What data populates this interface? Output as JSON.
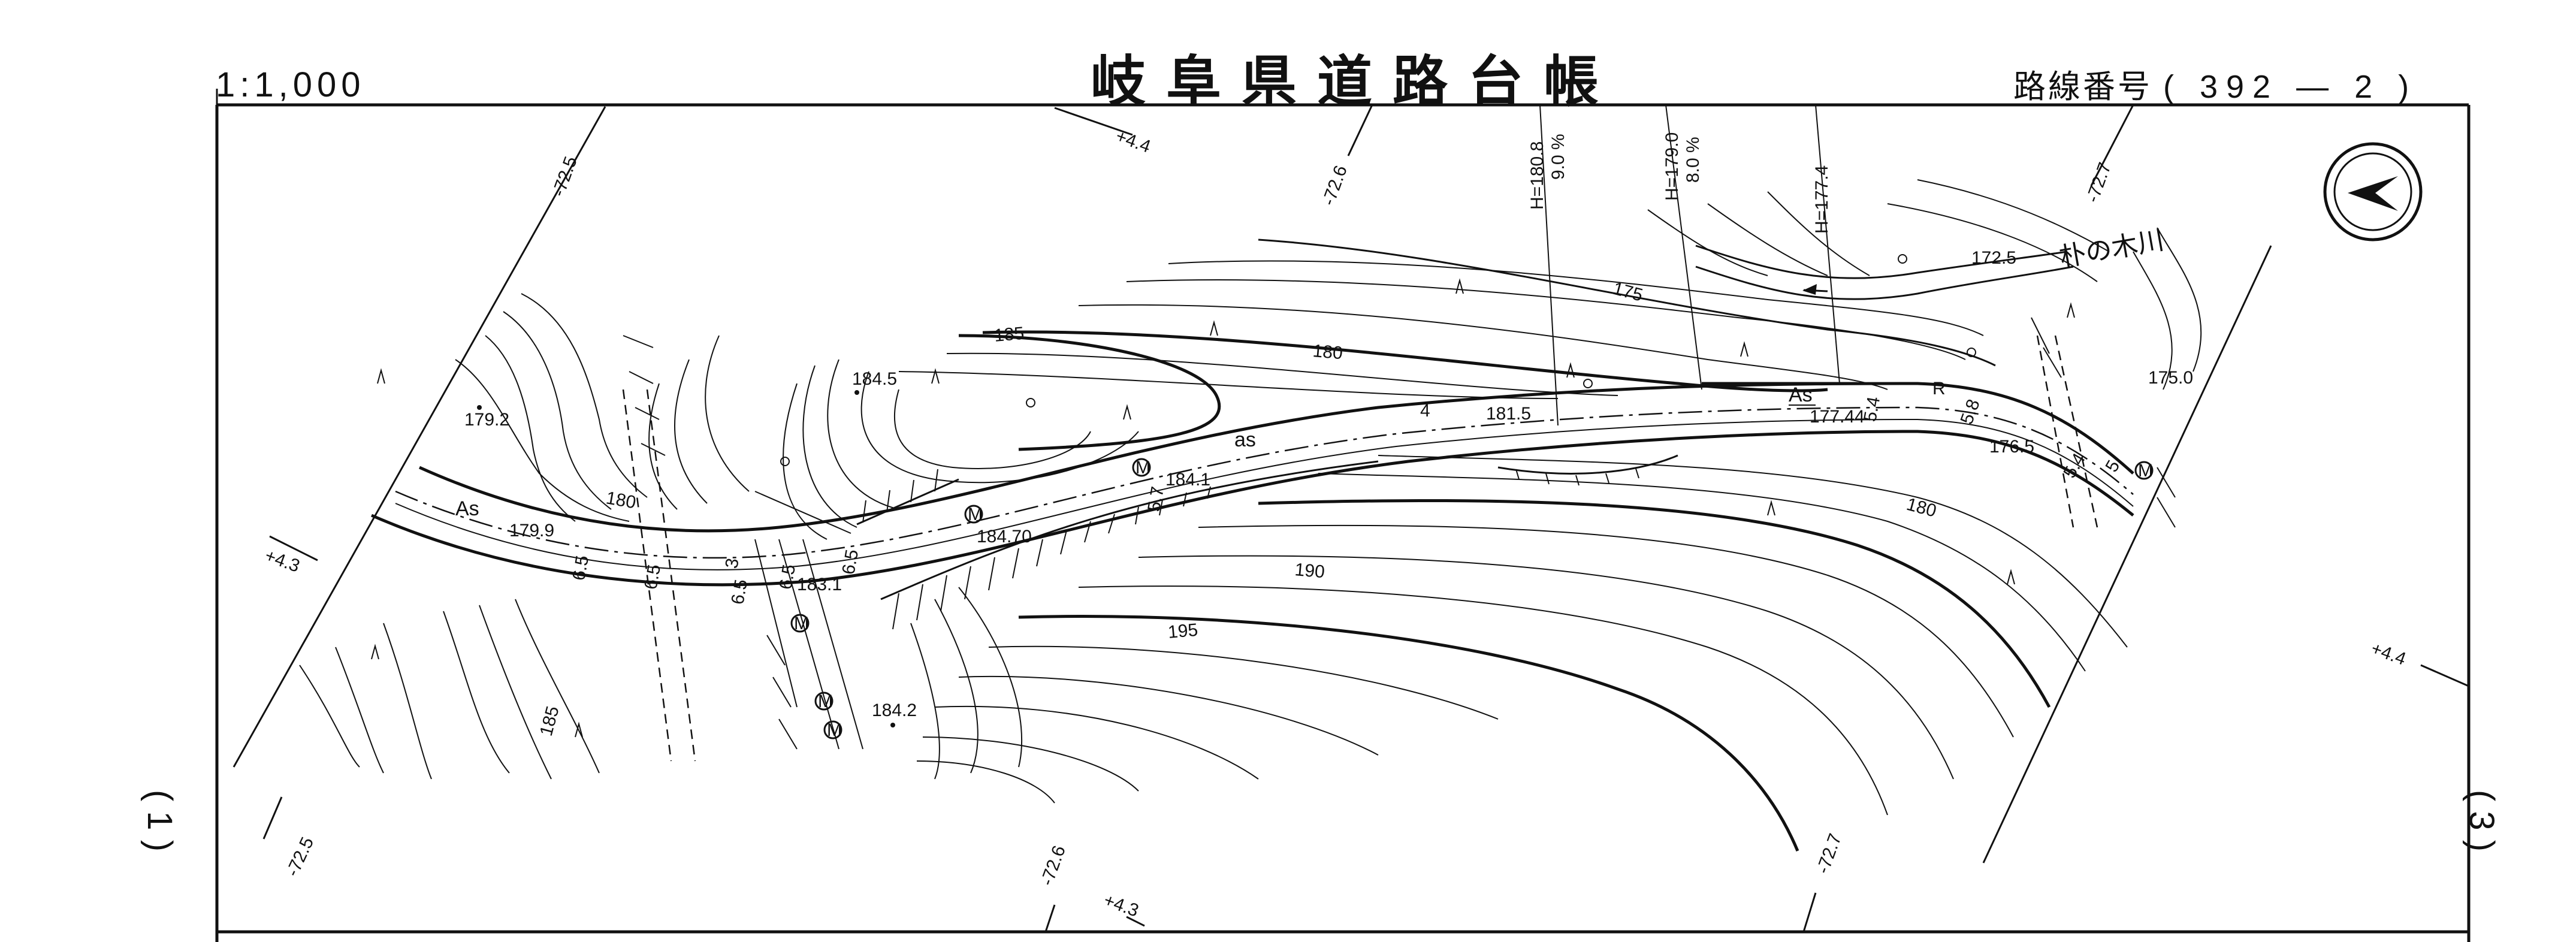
{
  "header": {
    "title": "岐阜県道路台帳",
    "scale": "1:1,000",
    "route_prefix": "路線番号",
    "route_number": "( 392 — 2 )"
  },
  "margin": {
    "left_mark": "( 1 )",
    "right_mark": "( 3 )"
  },
  "map": {
    "north_arrow_icon": "north-arrow-icon",
    "river_label": "朴の木川",
    "chainage": {
      "top": [
        "-72.5",
        "+4.4",
        "-72.6",
        "-72.7"
      ],
      "bottom": [
        "-72.5",
        "-72.6",
        "+4.3",
        "-72.7"
      ],
      "sides": [
        "+4.3",
        "+4.4"
      ]
    },
    "bridge_heights": [
      {
        "h": "H=180.8",
        "g": "9.0 %"
      },
      {
        "h": "H=179.0",
        "g": "8.0 %"
      },
      {
        "h": "H=177.4",
        "g": ""
      }
    ],
    "contours": [
      "175",
      "180",
      "185",
      "180",
      "180",
      "185",
      "190",
      "195",
      "180"
    ],
    "spot_heights": [
      "184.5",
      "179.2",
      "179.9",
      "184.1",
      "184.70",
      "183.1",
      "184.2",
      "181.5",
      "177.44",
      "172.5",
      "175.0",
      "176.5"
    ],
    "surface_labels": [
      "As",
      "as",
      "As",
      "R"
    ],
    "widths": [
      "6.5",
      "6.5",
      "3",
      "6.5",
      "6.5",
      "6.5",
      "4",
      "5.7",
      "5.4",
      "5.8",
      "5.4",
      "4",
      "5"
    ],
    "manhole_symbol": "M"
  },
  "colors": {
    "ink": "#111111",
    "paper": "#ffffff"
  }
}
